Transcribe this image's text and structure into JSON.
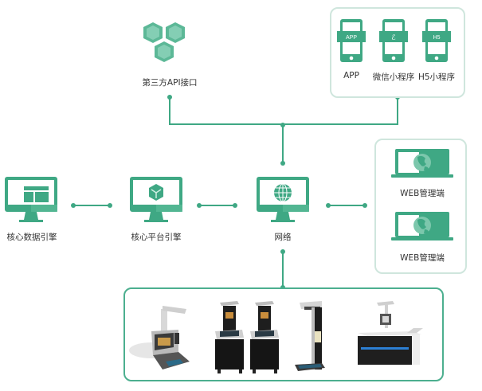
{
  "colors": {
    "primary": "#3fa884",
    "light": "#7cc7ac",
    "group_border": "#cfe6dd",
    "device_group_border": "#4caf8f",
    "text": "#333333"
  },
  "nodes": {
    "third_party_api": {
      "label": "第三方API接口",
      "icon": "hexagon-cubes-icon"
    },
    "core_data_engine": {
      "label": "核心数据引擎",
      "icon": "monitor-layout-icon"
    },
    "core_platform_engine": {
      "label": "核心平台引擎",
      "icon": "monitor-cube-icon"
    },
    "network": {
      "label": "网络",
      "icon": "monitor-globe-icon"
    }
  },
  "mobile_clients": [
    {
      "label": "APP",
      "screen_text": "APP",
      "icon": "phone-app-icon"
    },
    {
      "label": "微信小程序",
      "screen_text": "ℰ",
      "icon": "phone-miniprogram-icon"
    },
    {
      "label": "H5小程序",
      "screen_text": "H5",
      "icon": "phone-h5-icon"
    }
  ],
  "web_clients": [
    {
      "label": "WEB管理端",
      "icon": "laptop-globe-icon"
    },
    {
      "label": "WEB管理端",
      "icon": "laptop-globe-icon"
    }
  ],
  "devices": [
    {
      "name": "desktop-scanner-device"
    },
    {
      "name": "kiosk-device-1"
    },
    {
      "name": "kiosk-device-2"
    },
    {
      "name": "standing-scanner-device"
    },
    {
      "name": "table-scanner-device"
    }
  ]
}
